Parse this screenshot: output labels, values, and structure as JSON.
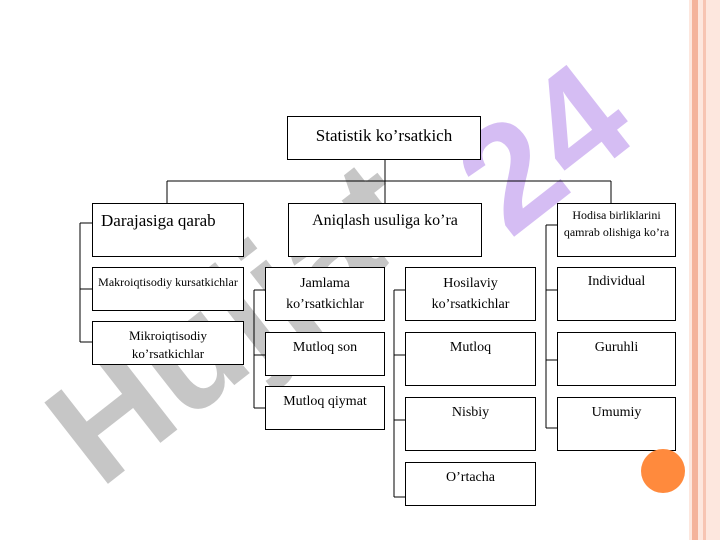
{
  "diagram": {
    "root": "Statistik ko’rsatkich",
    "level1": {
      "degree": "Darajasiga qarab",
      "method": "Aniqlash usuliga ko’ra",
      "coverage": "Hodisa birliklarini qamrab olishiga ko’ra"
    },
    "degree_children": [
      "Makroiqtisodiy kursatkichlar",
      "Mikroiqtisodiy ko’rsatkichlar"
    ],
    "method_summary": {
      "label": "Jamlama ko’rsatkichlar",
      "children": [
        "Mutloq son",
        "Mutloq qiymat"
      ]
    },
    "method_derived": {
      "label": "Hosilaviy ko’rsatkichlar",
      "children": [
        "Mutloq",
        "Nisbiy",
        "O’rtacha"
      ]
    },
    "coverage_children": [
      "Individual",
      "Guruhli",
      "Umumiy"
    ]
  },
  "watermark": {
    "text": "Hujjat24",
    "color": "#c8a8f0"
  },
  "colors": {
    "stripe_outer": "#fbd0c0",
    "stripe_inner": "#f7b7a0",
    "accent_dot": "#ff8a3d"
  }
}
